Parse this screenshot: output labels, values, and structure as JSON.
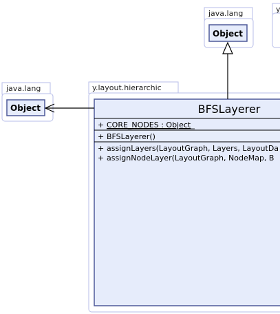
{
  "packages": {
    "top_object": {
      "package_name": "java.lang",
      "class_name": "Object"
    },
    "left_object": {
      "package_name": "java.lang",
      "class_name": "Object"
    },
    "main": {
      "package_name": "y.layout.hierarchic"
    },
    "right_partial": {
      "package_name": "y"
    }
  },
  "main_class": {
    "name": "BFSLayerer",
    "fields": [
      {
        "visibility": "+",
        "text": "CORE_NODES : Object"
      }
    ],
    "constructors": [
      {
        "visibility": "+",
        "text": "BFSLayerer()"
      }
    ],
    "methods": [
      {
        "visibility": "+",
        "text": "assignLayers(LayoutGraph, Layers, LayoutDa"
      },
      {
        "visibility": "+",
        "text": "assignNodeLayer(LayoutGraph, NodeMap, B"
      }
    ]
  },
  "colors": {
    "package_border": "#b7bde8",
    "package_fill": "#ffffff",
    "class_border": "#4f5a99",
    "class_fill": "#e6ecfb",
    "line": "#000000"
  }
}
